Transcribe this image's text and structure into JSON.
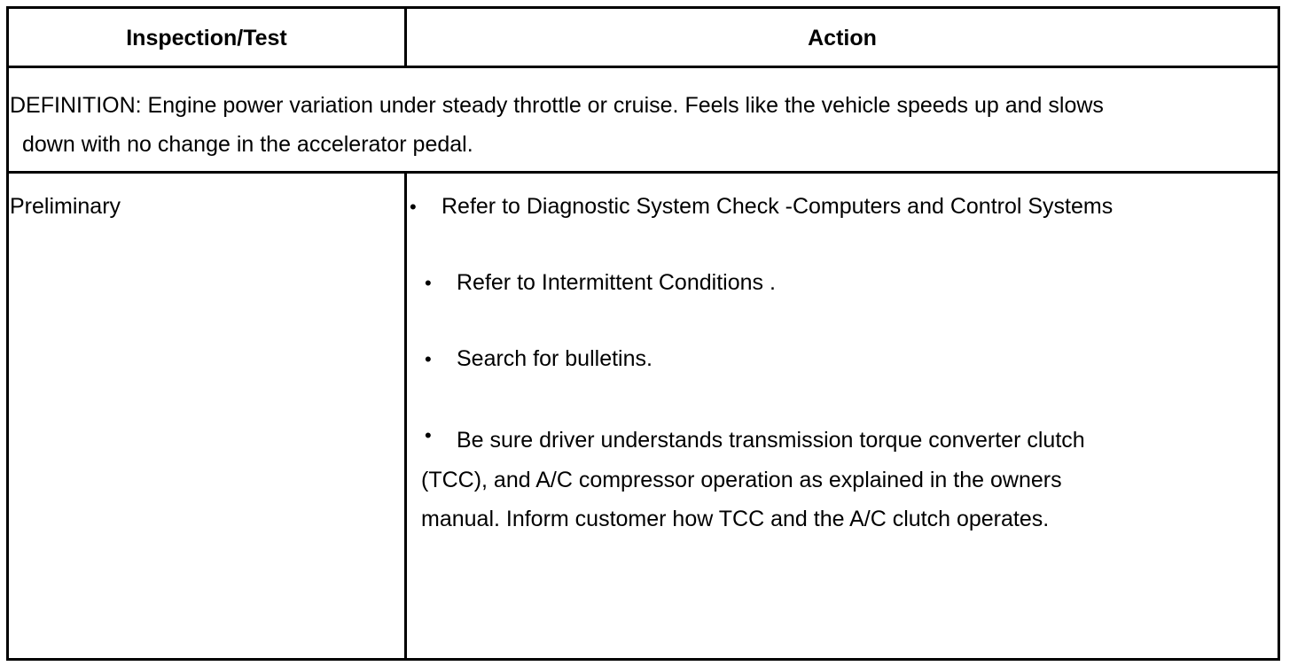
{
  "table": {
    "headers": {
      "inspection": "Inspection/Test",
      "action": "Action"
    },
    "definition": {
      "line1": "DEFINITION: Engine power variation under steady throttle or cruise. Feels like the vehicle speeds up and slows",
      "line2": "down with no change in the accelerator pedal."
    },
    "rows": [
      {
        "inspection": "Preliminary",
        "actions": [
          "Refer to Diagnostic System Check -Computers and Control Systems",
          "Refer to Intermittent Conditions .",
          "Search for bulletins.",
          {
            "line1": "Be sure driver understands transmission torque converter clutch",
            "line2": "(TCC), and A/C compressor operation as explained in the owners",
            "line3": "manual. Inform customer how TCC and the A/C clutch operates."
          }
        ]
      }
    ],
    "bullet_glyph": "•"
  }
}
